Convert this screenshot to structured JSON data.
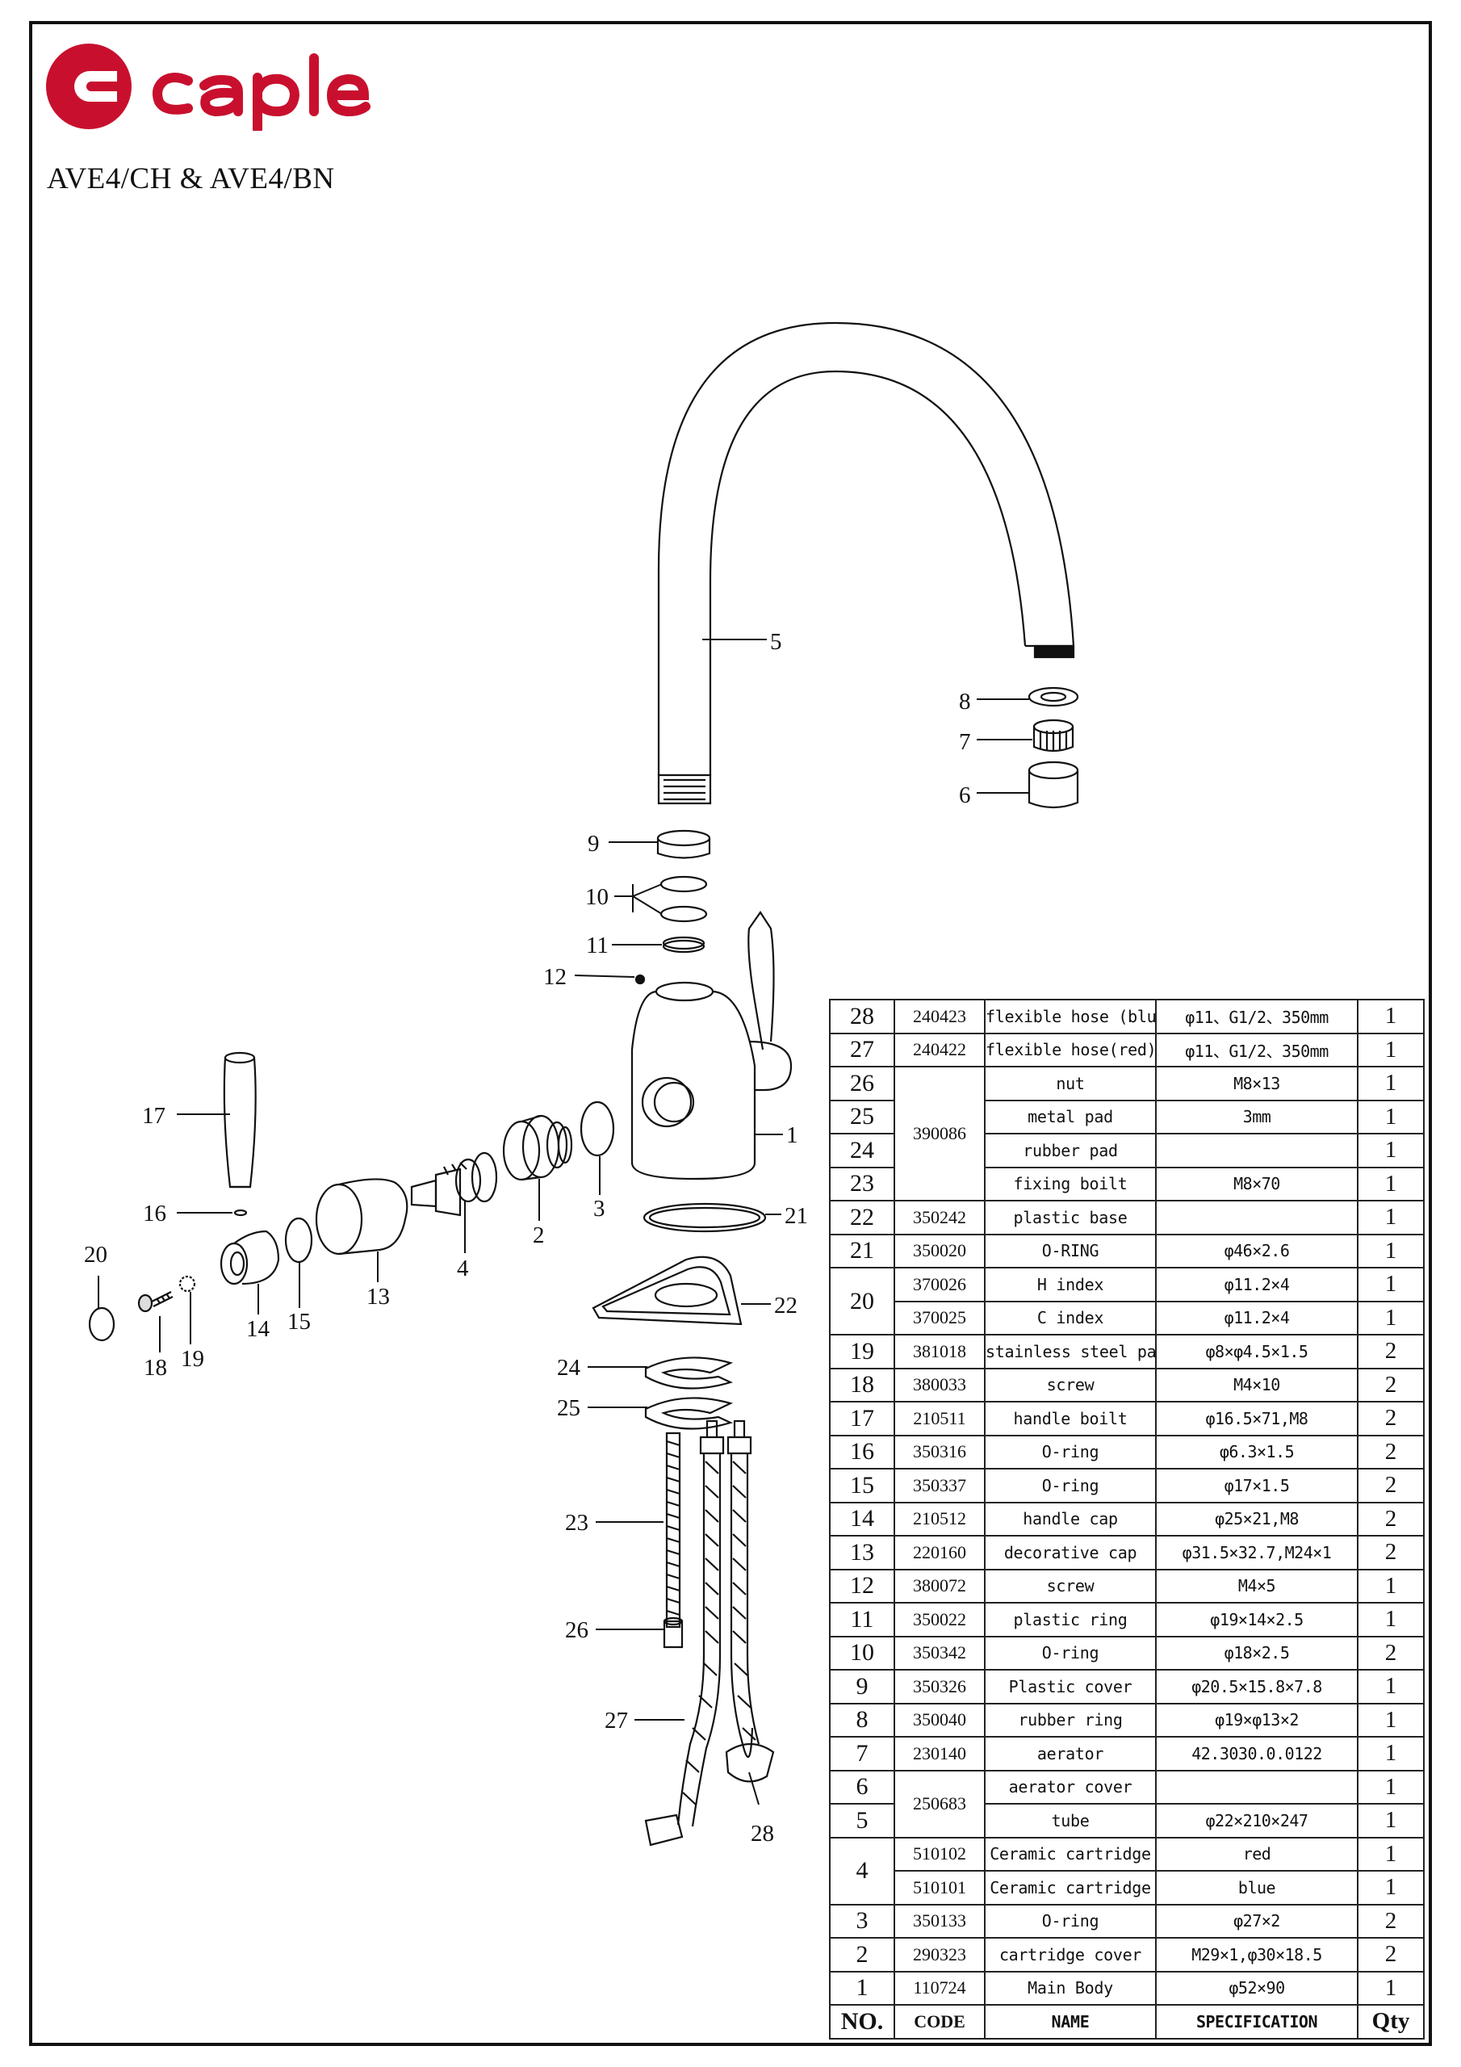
{
  "brand": {
    "name": "caple",
    "color": "#c8102e"
  },
  "model": "AVE4/CH & AVE4/BN",
  "callouts": [
    "1",
    "2",
    "3",
    "4",
    "5",
    "6",
    "7",
    "8",
    "9",
    "10",
    "11",
    "12",
    "13",
    "14",
    "15",
    "16",
    "17",
    "18",
    "19",
    "20",
    "21",
    "22",
    "23",
    "24",
    "25",
    "26",
    "27",
    "28"
  ],
  "table": {
    "headers": {
      "no": "NO.",
      "code": "CODE",
      "name": "NAME",
      "spec": "SPECIFICATION",
      "qty": "Qty"
    },
    "rows": [
      {
        "no": "28",
        "code": "240423",
        "name": "flexible hose (blue)",
        "spec": "φ11、G1/2、350mm",
        "qty": "1"
      },
      {
        "no": "27",
        "code": "240422",
        "name": "flexible hose(red)",
        "spec": "φ11、G1/2、350mm",
        "qty": "1"
      },
      {
        "no": "26",
        "code": "390086",
        "name": "nut",
        "spec": "M8×13",
        "qty": "1"
      },
      {
        "no": "25",
        "name": "metal pad",
        "spec": "3mm",
        "qty": "1"
      },
      {
        "no": "24",
        "name": "rubber pad",
        "spec": "",
        "qty": "1"
      },
      {
        "no": "23",
        "name": "fixing boilt",
        "spec": "M8×70",
        "qty": "1"
      },
      {
        "no": "22",
        "code": "350242",
        "name": "plastic base",
        "spec": "",
        "qty": "1"
      },
      {
        "no": "21",
        "code": "350020",
        "name": "O-RING",
        "spec": "φ46×2.6",
        "qty": "1"
      },
      {
        "no": "20",
        "code": "370026",
        "name": "H index",
        "spec": "φ11.2×4",
        "qty": "1"
      },
      {
        "code": "370025",
        "name": "C index",
        "spec": "φ11.2×4",
        "qty": "1"
      },
      {
        "no": "19",
        "code": "381018",
        "name": "stainless steel pad",
        "spec": "φ8×φ4.5×1.5",
        "qty": "2"
      },
      {
        "no": "18",
        "code": "380033",
        "name": "screw",
        "spec": "M4×10",
        "qty": "2"
      },
      {
        "no": "17",
        "code": "210511",
        "name": "handle boilt",
        "spec": "φ16.5×71,M8",
        "qty": "2"
      },
      {
        "no": "16",
        "code": "350316",
        "name": "O-ring",
        "spec": "φ6.3×1.5",
        "qty": "2"
      },
      {
        "no": "15",
        "code": "350337",
        "name": "O-ring",
        "spec": "φ17×1.5",
        "qty": "2"
      },
      {
        "no": "14",
        "code": "210512",
        "name": "handle cap",
        "spec": "φ25×21,M8",
        "qty": "2"
      },
      {
        "no": "13",
        "code": "220160",
        "name": "decorative cap",
        "spec": "φ31.5×32.7,M24×1",
        "qty": "2"
      },
      {
        "no": "12",
        "code": "380072",
        "name": "screw",
        "spec": "M4×5",
        "qty": "1"
      },
      {
        "no": "11",
        "code": "350022",
        "name": "plastic ring",
        "spec": "φ19×14×2.5",
        "qty": "1"
      },
      {
        "no": "10",
        "code": "350342",
        "name": "O-ring",
        "spec": "φ18×2.5",
        "qty": "2"
      },
      {
        "no": "9",
        "code": "350326",
        "name": "Plastic cover",
        "spec": "φ20.5×15.8×7.8",
        "qty": "1"
      },
      {
        "no": "8",
        "code": "350040",
        "name": "rubber ring",
        "spec": "φ19×φ13×2",
        "qty": "1"
      },
      {
        "no": "7",
        "code": "230140",
        "name": "aerator",
        "spec": "42.3030.0.0122",
        "qty": "1"
      },
      {
        "no": "6",
        "code": "250683",
        "name": "aerator cover",
        "spec": "",
        "qty": "1"
      },
      {
        "no": "5",
        "name": "tube",
        "spec": "φ22×210×247",
        "qty": "1"
      },
      {
        "no": "4",
        "code": "510102",
        "name": "Ceramic cartridge",
        "spec": "red",
        "qty": "1"
      },
      {
        "code": "510101",
        "name": "Ceramic cartridge",
        "spec": "blue",
        "qty": "1"
      },
      {
        "no": "3",
        "code": "350133",
        "name": "O-ring",
        "spec": "φ27×2",
        "qty": "2"
      },
      {
        "no": "2",
        "code": "290323",
        "name": "cartridge cover",
        "spec": "M29×1,φ30×18.5",
        "qty": "2"
      },
      {
        "no": "1",
        "code": "110724",
        "name": "Main Body",
        "spec": "φ52×90",
        "qty": "1"
      }
    ]
  }
}
